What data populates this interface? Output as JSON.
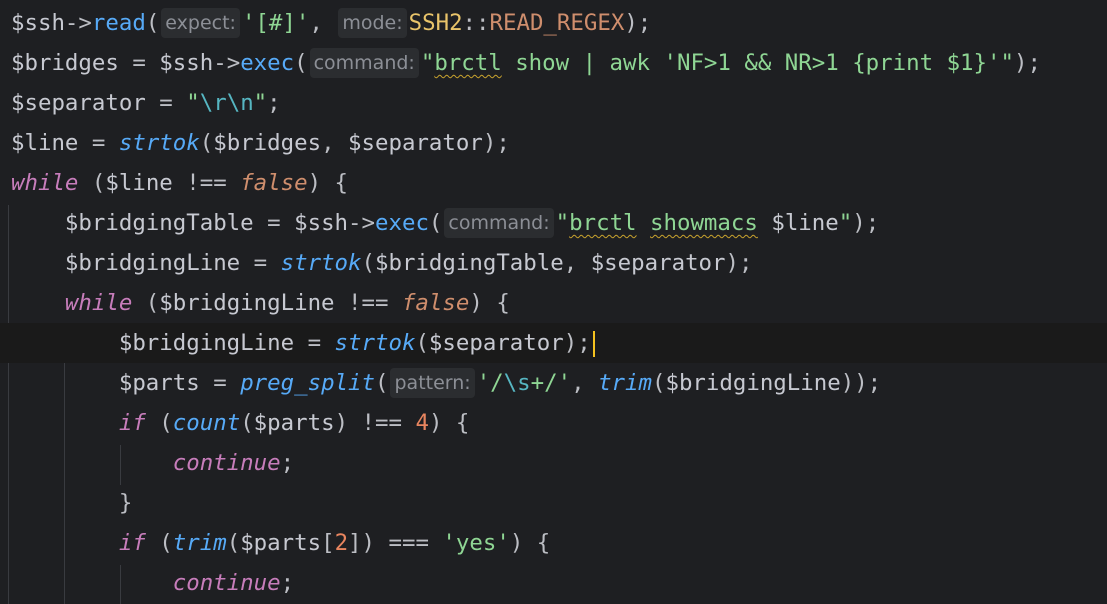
{
  "editor": {
    "lines": [
      {
        "tokens": [
          {
            "c": "var",
            "t": "$ssh"
          },
          {
            "c": "arrow",
            "t": "->"
          },
          {
            "c": "method",
            "t": "read"
          },
          {
            "c": "punc",
            "t": "("
          },
          {
            "c": "hint",
            "t": "expect:"
          },
          {
            "c": "str",
            "t": "'[#]'"
          },
          {
            "c": "punc",
            "t": ", "
          },
          {
            "c": "hint",
            "t": "mode:"
          },
          {
            "c": "cls",
            "t": "SSH2"
          },
          {
            "c": "punc",
            "t": "::"
          },
          {
            "c": "const",
            "t": "READ_REGEX"
          },
          {
            "c": "punc",
            "t": ");"
          }
        ]
      },
      {
        "tokens": [
          {
            "c": "var",
            "t": "$bridges"
          },
          {
            "c": "op",
            "t": " = "
          },
          {
            "c": "var",
            "t": "$ssh"
          },
          {
            "c": "arrow",
            "t": "->"
          },
          {
            "c": "method",
            "t": "exec"
          },
          {
            "c": "punc",
            "t": "("
          },
          {
            "c": "hint",
            "t": "command:"
          },
          {
            "c": "str",
            "t": "\""
          },
          {
            "c": "str typo",
            "t": "brctl"
          },
          {
            "c": "str",
            "t": " show | awk 'NF>1 && NR>1 {print $1}'\""
          },
          {
            "c": "punc",
            "t": ");"
          }
        ]
      },
      {
        "tokens": [
          {
            "c": "var",
            "t": "$separator"
          },
          {
            "c": "op",
            "t": " = "
          },
          {
            "c": "str",
            "t": "\""
          },
          {
            "c": "esc",
            "t": "\\r\\n"
          },
          {
            "c": "str",
            "t": "\""
          },
          {
            "c": "punc",
            "t": ";"
          }
        ]
      },
      {
        "tokens": [
          {
            "c": "var",
            "t": "$line"
          },
          {
            "c": "op",
            "t": " = "
          },
          {
            "c": "fn",
            "t": "strtok"
          },
          {
            "c": "punc",
            "t": "("
          },
          {
            "c": "var",
            "t": "$bridges"
          },
          {
            "c": "punc",
            "t": ", "
          },
          {
            "c": "var",
            "t": "$separator"
          },
          {
            "c": "punc",
            "t": ");"
          }
        ]
      },
      {
        "tokens": [
          {
            "c": "kw",
            "t": "while"
          },
          {
            "c": "punc",
            "t": " ("
          },
          {
            "c": "var",
            "t": "$line"
          },
          {
            "c": "op",
            "t": " !== "
          },
          {
            "c": "bool",
            "t": "false"
          },
          {
            "c": "punc",
            "t": ") {"
          }
        ]
      },
      {
        "tokens": [
          {
            "c": "punc",
            "t": "    "
          },
          {
            "c": "var",
            "t": "$bridgingTable"
          },
          {
            "c": "op",
            "t": " = "
          },
          {
            "c": "var",
            "t": "$ssh"
          },
          {
            "c": "arrow",
            "t": "->"
          },
          {
            "c": "method",
            "t": "exec"
          },
          {
            "c": "punc",
            "t": "("
          },
          {
            "c": "hint",
            "t": "command:"
          },
          {
            "c": "str",
            "t": "\""
          },
          {
            "c": "str typo",
            "t": "brctl"
          },
          {
            "c": "str",
            "t": " "
          },
          {
            "c": "str typo",
            "t": "showmacs"
          },
          {
            "c": "str",
            "t": " "
          },
          {
            "c": "var",
            "t": "$line"
          },
          {
            "c": "str",
            "t": "\""
          },
          {
            "c": "punc",
            "t": ");"
          }
        ]
      },
      {
        "tokens": [
          {
            "c": "punc",
            "t": "    "
          },
          {
            "c": "var",
            "t": "$bridgingLine"
          },
          {
            "c": "op",
            "t": " = "
          },
          {
            "c": "fn",
            "t": "strtok"
          },
          {
            "c": "punc",
            "t": "("
          },
          {
            "c": "var",
            "t": "$bridgingTable"
          },
          {
            "c": "punc",
            "t": ", "
          },
          {
            "c": "var",
            "t": "$separator"
          },
          {
            "c": "punc",
            "t": ");"
          }
        ]
      },
      {
        "tokens": [
          {
            "c": "punc",
            "t": "    "
          },
          {
            "c": "kw",
            "t": "while"
          },
          {
            "c": "punc",
            "t": " ("
          },
          {
            "c": "var",
            "t": "$bridgingLine"
          },
          {
            "c": "op",
            "t": " !== "
          },
          {
            "c": "bool",
            "t": "false"
          },
          {
            "c": "punc",
            "t": ") {"
          }
        ]
      },
      {
        "current": true,
        "tokens": [
          {
            "c": "punc",
            "t": "        "
          },
          {
            "c": "var",
            "t": "$bridgingLine"
          },
          {
            "c": "op",
            "t": " = "
          },
          {
            "c": "fn",
            "t": "strtok"
          },
          {
            "c": "punc",
            "t": "("
          },
          {
            "c": "var",
            "t": "$separator"
          },
          {
            "c": "punc",
            "t": ");"
          }
        ]
      },
      {
        "tokens": [
          {
            "c": "punc",
            "t": "        "
          },
          {
            "c": "var",
            "t": "$parts"
          },
          {
            "c": "op",
            "t": " = "
          },
          {
            "c": "fn",
            "t": "preg_split"
          },
          {
            "c": "punc",
            "t": "("
          },
          {
            "c": "hint",
            "t": "pattern:"
          },
          {
            "c": "str",
            "t": "'/"
          },
          {
            "c": "esc",
            "t": "\\s"
          },
          {
            "c": "str",
            "t": "+/'"
          },
          {
            "c": "punc",
            "t": ", "
          },
          {
            "c": "fn",
            "t": "trim"
          },
          {
            "c": "punc",
            "t": "("
          },
          {
            "c": "var",
            "t": "$bridgingLine"
          },
          {
            "c": "punc",
            "t": "));"
          }
        ]
      },
      {
        "tokens": [
          {
            "c": "punc",
            "t": "        "
          },
          {
            "c": "kw",
            "t": "if"
          },
          {
            "c": "punc",
            "t": " ("
          },
          {
            "c": "fn",
            "t": "count"
          },
          {
            "c": "punc",
            "t": "("
          },
          {
            "c": "var",
            "t": "$parts"
          },
          {
            "c": "punc",
            "t": ")"
          },
          {
            "c": "op",
            "t": " !== "
          },
          {
            "c": "num",
            "t": "4"
          },
          {
            "c": "punc",
            "t": ") {"
          }
        ]
      },
      {
        "tokens": [
          {
            "c": "punc",
            "t": "            "
          },
          {
            "c": "kw",
            "t": "continue"
          },
          {
            "c": "punc",
            "t": ";"
          }
        ]
      },
      {
        "tokens": [
          {
            "c": "punc",
            "t": "        }"
          }
        ]
      },
      {
        "tokens": [
          {
            "c": "punc",
            "t": "        "
          },
          {
            "c": "kw",
            "t": "if"
          },
          {
            "c": "punc",
            "t": " ("
          },
          {
            "c": "fn",
            "t": "trim"
          },
          {
            "c": "punc",
            "t": "("
          },
          {
            "c": "var",
            "t": "$parts"
          },
          {
            "c": "punc",
            "t": "["
          },
          {
            "c": "num",
            "t": "2"
          },
          {
            "c": "punc",
            "t": "])"
          },
          {
            "c": "op",
            "t": " === "
          },
          {
            "c": "str",
            "t": "'yes'"
          },
          {
            "c": "punc",
            "t": ") {"
          }
        ]
      },
      {
        "tokens": [
          {
            "c": "punc",
            "t": "            "
          },
          {
            "c": "kw",
            "t": "continue"
          },
          {
            "c": "punc",
            "t": ";"
          }
        ]
      }
    ]
  },
  "colors": {
    "background": "#1e1f22",
    "current_line": "#1a1a1a",
    "caret": "#f4c21f",
    "keyword": "#c77dbb",
    "function": "#57aaf7",
    "string": "#8fd694",
    "number": "#e8855f",
    "constant": "#cf8e6d",
    "class": "#e9c46a",
    "inlay_hint_bg": "#2b2d30",
    "typo_underline": "#c9a32e"
  }
}
